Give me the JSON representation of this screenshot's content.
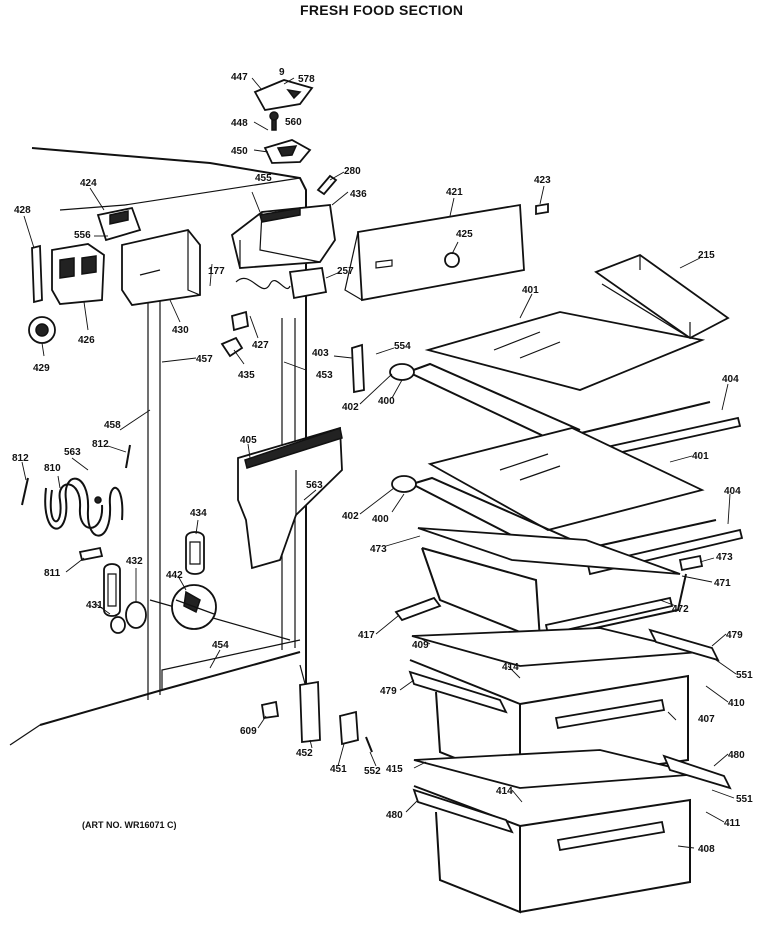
{
  "header": {
    "title": "FRESH FOOD SECTION"
  },
  "footer": {
    "art_no": "(ART NO. WR16071 C)"
  },
  "callouts": {
    "c447": "447",
    "c9": "9",
    "c578": "578",
    "c448": "448",
    "c560": "560",
    "c450": "450",
    "c280": "280",
    "c424": "424",
    "c455": "455",
    "c436": "436",
    "c421": "421",
    "c423": "423",
    "c428": "428",
    "c556": "556",
    "c425": "425",
    "c215": "215",
    "c257": "257",
    "c177": "177",
    "c426": "426",
    "c430": "430",
    "c427": "427",
    "c401a": "401",
    "c429": "429",
    "c403": "403",
    "c554": "554",
    "c457": "457",
    "c453": "453",
    "c435": "435",
    "c402a": "402",
    "c400a": "400",
    "c404a": "404",
    "c458": "458",
    "c405": "405",
    "c812a": "812",
    "c563a": "563",
    "c812b": "812",
    "c810": "810",
    "c401b": "401",
    "c563b": "563",
    "c404b": "404",
    "c402b": "402",
    "c400b": "400",
    "c434": "434",
    "c473a": "473",
    "c473b": "473",
    "c811": "811",
    "c432": "432",
    "c471": "471",
    "c442": "442",
    "c472": "472",
    "c431": "431",
    "c417": "417",
    "c479a": "479",
    "c409": "409",
    "c454": "454",
    "c414a": "414",
    "c551a": "551",
    "c479b": "479",
    "c410": "410",
    "c609": "609",
    "c407": "407",
    "c452": "452",
    "c451": "451",
    "c552": "552",
    "c415": "415",
    "c480a": "480",
    "c414b": "414",
    "c551b": "551",
    "c480b": "480",
    "c411": "411",
    "c408": "408"
  }
}
